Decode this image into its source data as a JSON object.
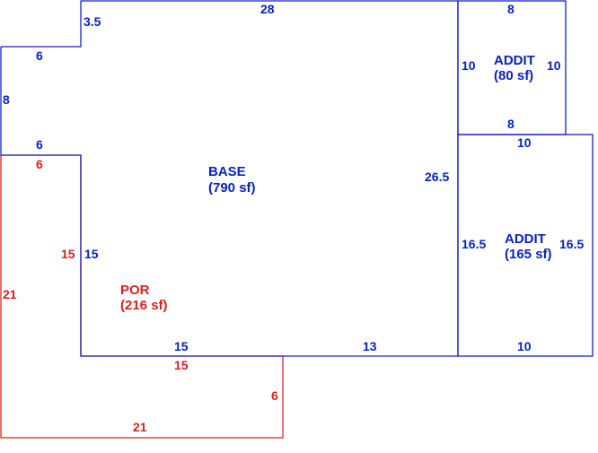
{
  "areas": {
    "base": {
      "name": "BASE",
      "area": "(790 sf)"
    },
    "addit_top": {
      "name": "ADDIT",
      "area": "(80 sf)"
    },
    "addit_right": {
      "name": "ADDIT",
      "area": "(165 sf)"
    },
    "porch": {
      "name": "POR",
      "area": "(216 sf)"
    }
  },
  "dimensions": {
    "base_top": "28",
    "base_notch_vertical": "3.5",
    "base_notch_horizontal": "6",
    "base_left_upper": "8",
    "base_left_step": "6",
    "base_left_lower": "15",
    "base_right": "26.5",
    "base_bottom_left": "15",
    "base_bottom_right": "13",
    "addit_top_top": "8",
    "addit_top_bottom": "8",
    "addit_top_left": "10",
    "addit_top_right": "10",
    "addit_right_top": "10",
    "addit_right_bottom": "10",
    "addit_right_left": "16.5",
    "addit_right_right": "16.5",
    "porch_top": "6",
    "porch_inner_right": "15",
    "porch_left": "21",
    "porch_bottom": "21",
    "porch_right": "6",
    "porch_top_edge": "15"
  },
  "colors": {
    "base": "#1a1fc8",
    "porch": "#dd2222"
  }
}
